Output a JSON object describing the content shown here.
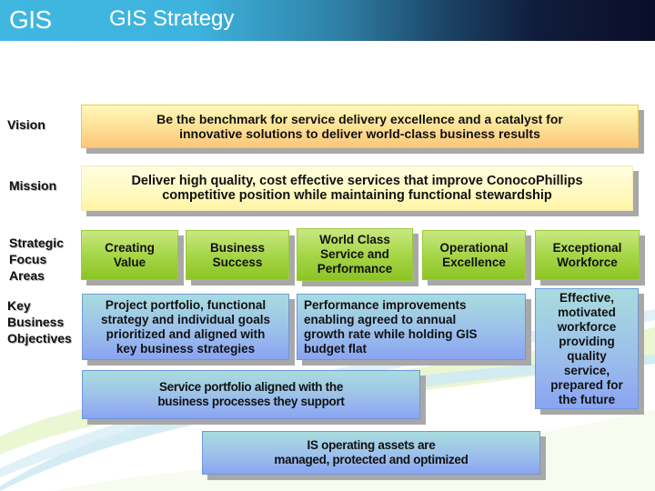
{
  "header": {
    "logo": "GIS",
    "title": "GIS Strategy",
    "gradient_start": "#3fb7e1",
    "gradient_end": "#0a0e28"
  },
  "labels": {
    "vision": "Vision",
    "mission": "Mission",
    "strategic_focus_areas": [
      "Strategic",
      "Focus",
      "Areas"
    ],
    "key_business_objectives": [
      "Key",
      "Business",
      "Objectives"
    ]
  },
  "vision": {
    "lines": [
      "Be the benchmark for service delivery excellence and a catalyst for",
      "innovative solutions to deliver world-class business results"
    ]
  },
  "mission": {
    "lines": [
      "Deliver high quality, cost effective services that improve ConocoPhillips",
      "competitive position while maintaining functional stewardship"
    ]
  },
  "focus_areas": [
    {
      "lines": [
        "Creating",
        "Value"
      ]
    },
    {
      "lines": [
        "Business",
        "Success"
      ]
    },
    {
      "lines": [
        "World Class",
        "Service and",
        "Performance"
      ]
    },
    {
      "lines": [
        "Operational",
        "Excellence"
      ]
    },
    {
      "lines": [
        "Exceptional",
        "Workforce"
      ]
    }
  ],
  "objectives": [
    {
      "lines": [
        "Project portfolio, functional",
        "strategy and individual goals",
        "prioritized and aligned with",
        "key business strategies"
      ]
    },
    {
      "lines": [
        "Performance improvements",
        "enabling agreed to annual",
        "growth rate while holding GIS",
        "budget flat"
      ]
    },
    {
      "lines": [
        "Effective,",
        "motivated",
        "workforce",
        "providing",
        "quality",
        "service,",
        "prepared for",
        "the future"
      ]
    },
    {
      "lines": [
        "Service portfolio aligned with the",
        "business processes they support"
      ]
    },
    {
      "lines": [
        "IS operating assets are",
        "managed, protected and optimized"
      ]
    }
  ],
  "colors": {
    "vision_fill": "#fde49a",
    "mission_fill": "#fff9c0",
    "focus_fill": "#a6d648",
    "objective_fill": "#9cc0ea",
    "shadow": "#a8a8a8"
  }
}
